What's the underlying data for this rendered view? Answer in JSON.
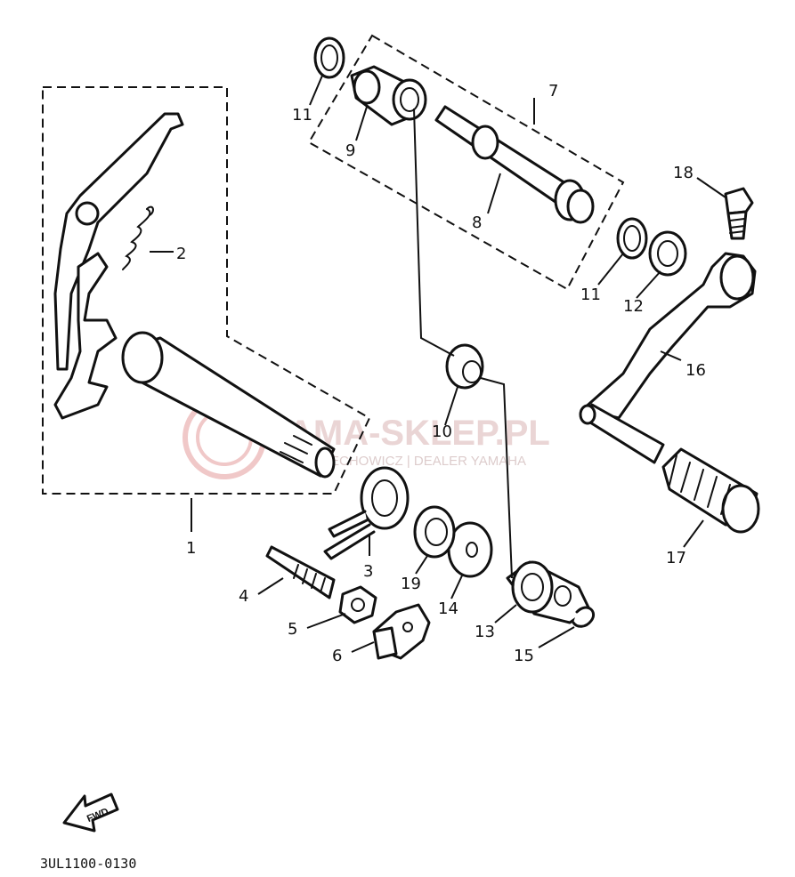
{
  "watermark": {
    "brand": "YAMA-SKLEP.PL",
    "tagline": "CIECHOWICZ | DEALER YAMAHA",
    "color": "#e8b8b8"
  },
  "diagram_code": "3UL1100-0130",
  "fwd_label": "FWD",
  "callouts": [
    {
      "id": "1",
      "label": "1"
    },
    {
      "id": "2",
      "label": "2"
    },
    {
      "id": "3",
      "label": "3"
    },
    {
      "id": "4",
      "label": "4"
    },
    {
      "id": "5",
      "label": "5"
    },
    {
      "id": "6",
      "label": "6"
    },
    {
      "id": "7",
      "label": "7"
    },
    {
      "id": "8",
      "label": "8"
    },
    {
      "id": "9",
      "label": "9"
    },
    {
      "id": "10",
      "label": "10"
    },
    {
      "id": "11a",
      "label": "11"
    },
    {
      "id": "11b",
      "label": "11"
    },
    {
      "id": "12",
      "label": "12"
    },
    {
      "id": "13",
      "label": "13"
    },
    {
      "id": "14",
      "label": "14"
    },
    {
      "id": "15",
      "label": "15"
    },
    {
      "id": "16",
      "label": "16"
    },
    {
      "id": "17",
      "label": "17"
    },
    {
      "id": "18",
      "label": "18"
    },
    {
      "id": "19",
      "label": "19"
    }
  ]
}
